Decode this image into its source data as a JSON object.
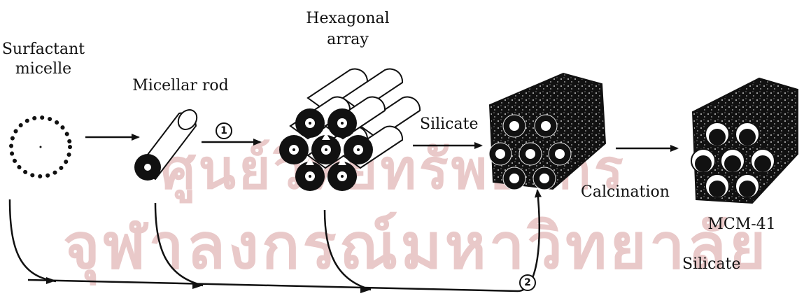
{
  "diagram": {
    "stages": {
      "surfactant_micelle": [
        "Surfactant",
        "micelle"
      ],
      "micellar_rod": "Micellar rod",
      "hexagonal_array": [
        "Hexagonal",
        "array"
      ],
      "product": "MCM-41"
    },
    "steps": {
      "silicate_top": "Silicate",
      "calcination": "Calcination",
      "silicate_bottom": "Silicate"
    },
    "pathways": {
      "route1": "1",
      "route2": "2"
    },
    "watermark": {
      "line1": "ศูนย์วิทยทรัพยากร",
      "line2": "จุฬาลงกรณ์มหาวิทยาลัย"
    },
    "colors": {
      "ink": "#111111",
      "watermark": "#e9c9c9"
    }
  }
}
